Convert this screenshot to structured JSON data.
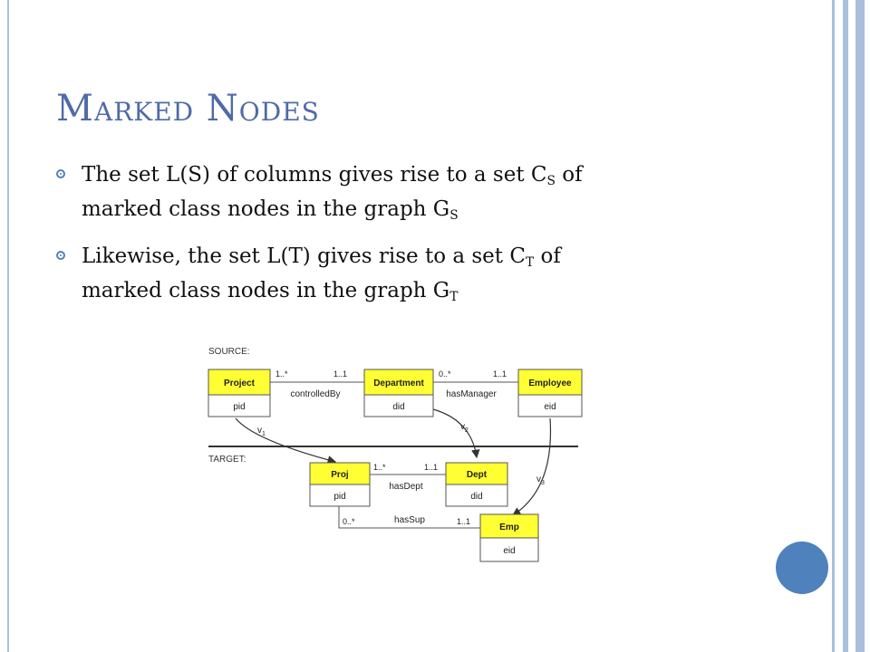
{
  "slide": {
    "title": {
      "first_big": "M",
      "first_small": "ARKED",
      "second_big": "N",
      "second_small": "ODES"
    },
    "bullets": [
      {
        "line1_pre": "The set L(S) of columns gives rise to a set C",
        "line1_sub": "S",
        "line1_post": " of",
        "line2_pre": "marked class nodes in the graph G",
        "line2_sub": "S"
      },
      {
        "line1_pre": "Likewise, the set L(T) gives rise to a set C",
        "line1_sub": "T",
        "line1_post": " of",
        "line2_pre": "marked class nodes in the graph G",
        "line2_sub": "T"
      }
    ]
  },
  "diagram": {
    "source_label": "SOURCE:",
    "target_label": "TARGET:",
    "colors": {
      "class_fill": "#ffff33",
      "attr_fill": "#ffffff",
      "stroke": "#555555",
      "text": "#222222",
      "divider": "#333333"
    },
    "source_classes": [
      {
        "name": "Project",
        "attr": "pid"
      },
      {
        "name": "Department",
        "attr": "did"
      },
      {
        "name": "Employee",
        "attr": "eid"
      }
    ],
    "target_classes": [
      {
        "name": "Proj",
        "attr": "pid"
      },
      {
        "name": "Dept",
        "attr": "did"
      },
      {
        "name": "Emp",
        "attr": "eid"
      }
    ],
    "source_associations": [
      {
        "name": "controlledBy",
        "from_mult": "1..*",
        "to_mult": "1..1"
      },
      {
        "name": "hasManager",
        "from_mult": "0..*",
        "to_mult": "1..1"
      }
    ],
    "target_associations": [
      {
        "name": "hasDept",
        "from_mult": "1..*",
        "to_mult": "1..1"
      },
      {
        "name": "hasSup",
        "from_mult": "0..*",
        "to_mult": "1..1"
      }
    ],
    "mappings": [
      {
        "label": "v",
        "sub": "1"
      },
      {
        "label": "v",
        "sub": "2"
      },
      {
        "label": "v",
        "sub": "3"
      }
    ]
  }
}
